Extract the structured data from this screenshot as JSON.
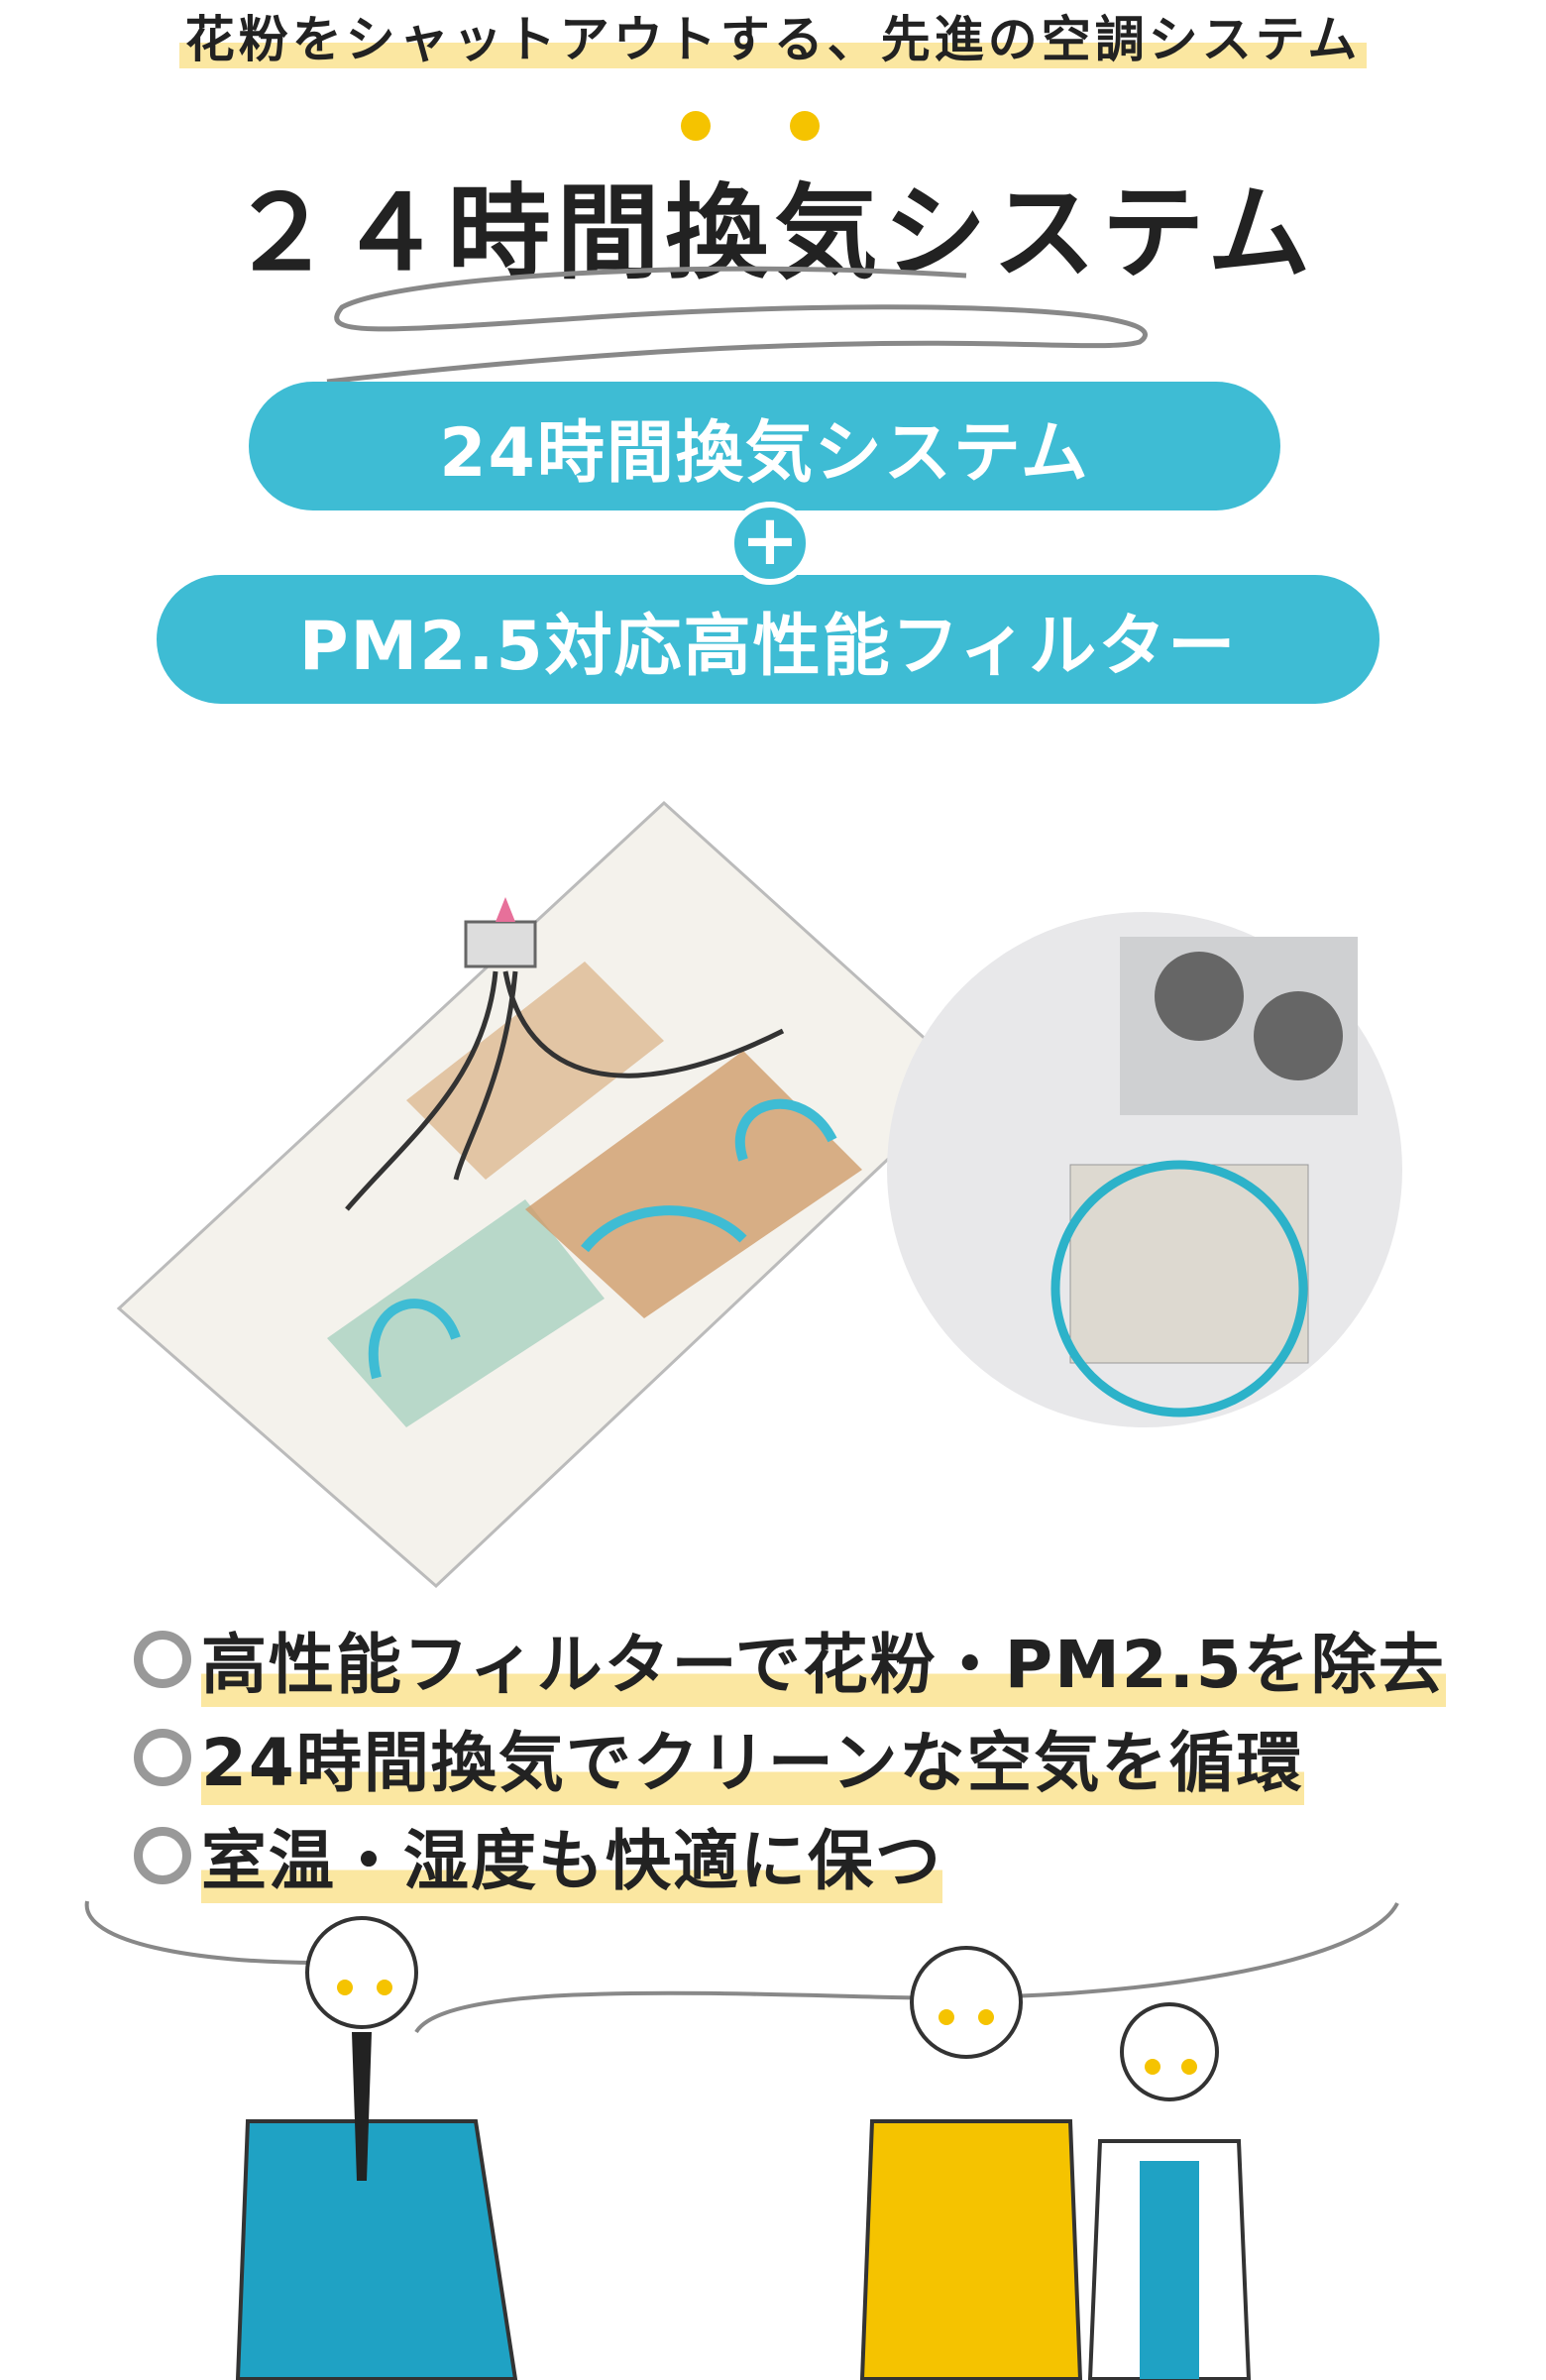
{
  "lead": "花粉をシャットアウトする、先進の空調システム",
  "title": "２４時間換気システム",
  "pill_system": "24時間換気システム",
  "plus": "+",
  "pill_filter": "PM2.5対応高性能フィルター",
  "bullets": [
    "高性能フィルターで花粉・PM2.5を除去",
    "24時間換気でクリーンな空気を循環",
    "室温・湿度も快適に保つ"
  ],
  "colors": {
    "accent": "#3ebcd4",
    "highlight": "#fbe7a1",
    "dot": "#f5c300"
  }
}
